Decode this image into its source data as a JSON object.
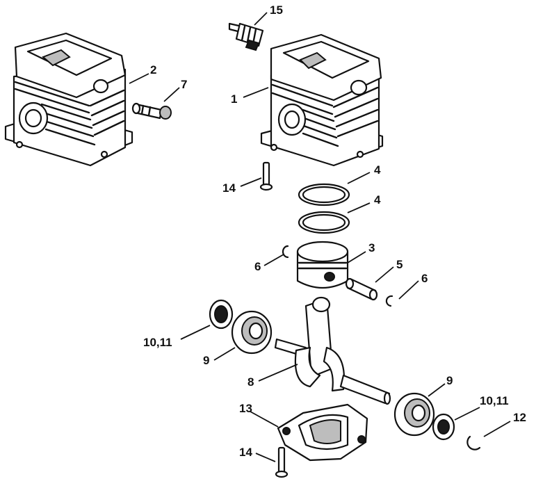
{
  "callouts": {
    "c1": "1",
    "c2": "2",
    "c3": "3",
    "c4a": "4",
    "c4b": "4",
    "c5": "5",
    "c6a": "6",
    "c6b": "6",
    "c7": "7",
    "c8": "8",
    "c9a": "9",
    "c9b": "9",
    "c10a": "10,11",
    "c10b": "10,11",
    "c12": "12",
    "c13": "13",
    "c14a": "14",
    "c14b": "14",
    "c15": "15"
  },
  "colors": {
    "line": "#111111",
    "background": "#ffffff"
  }
}
